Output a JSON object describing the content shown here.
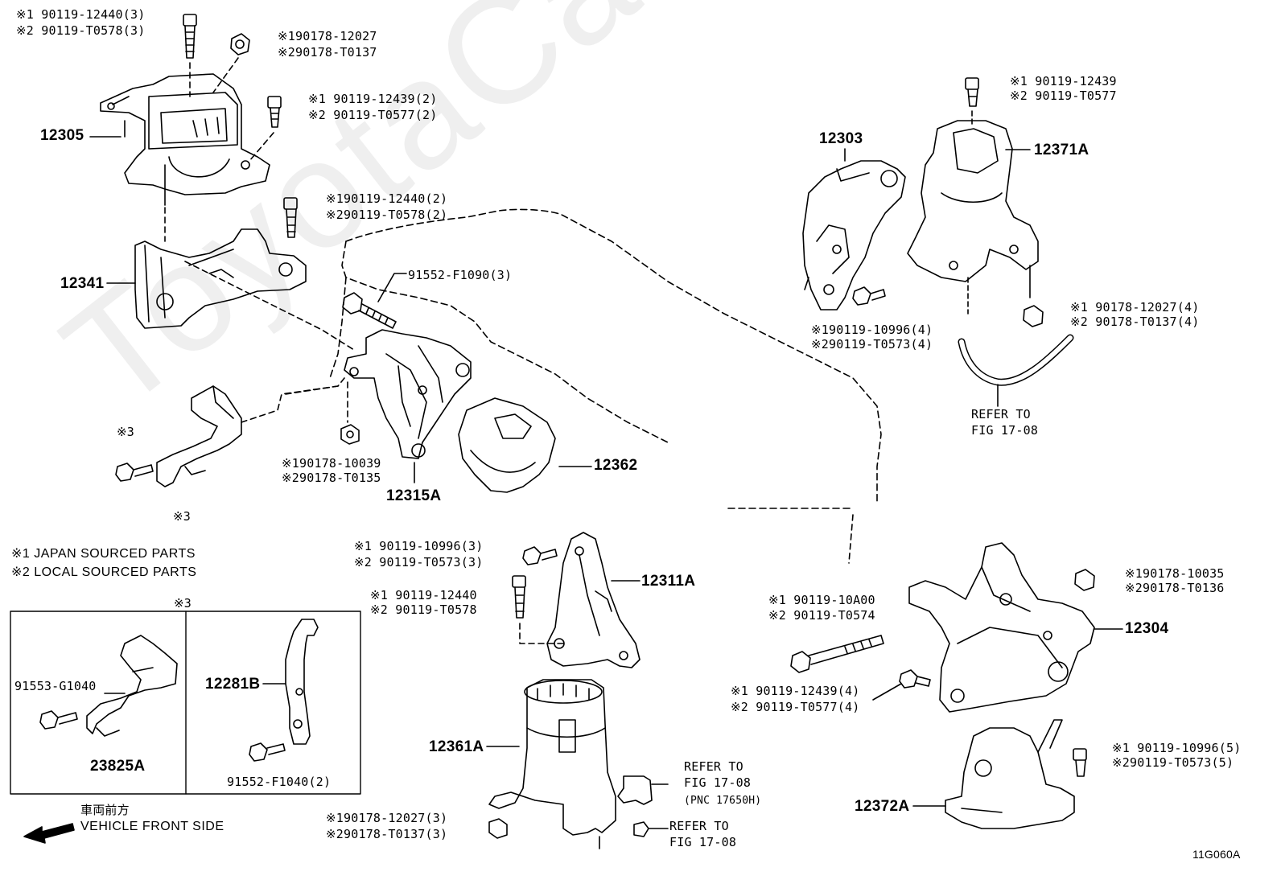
{
  "watermark": "ToyotaCarMini.ru",
  "labels": {
    "l01a": "※1 90119-12440(3)",
    "l01b": "※2 90119-T0578(3)",
    "l02a": "※190178-12027",
    "l02b": "※290178-T0137",
    "l03a": "※1 90119-12439(2)",
    "l03b": "※2 90119-T0577(2)",
    "p12305": "12305",
    "l04a": "※190119-12440(2)",
    "l04b": "※290119-T0578(2)",
    "p12341": "12341",
    "l05": "91552-F1090(3)",
    "mark3a": "※3",
    "mark3b": "※3",
    "l06a": "※190178-10039",
    "l06b": "※290178-T0135",
    "p12315A": "12315A",
    "p12362": "12362",
    "note1": "※1 JAPAN SOURCED PARTS",
    "note2": "※2 LOCAL SOURCED PARTS",
    "mark3c": "※3",
    "l07": "91553-G1040",
    "p23825A": "23825A",
    "p12281B": "12281B",
    "l08": "91552-F1040(2)",
    "front_jp": "車両前方",
    "front_en": "VEHICLE FRONT SIDE",
    "l09a": "※1 90119-10996(3)",
    "l09b": "※2 90119-T0573(3)",
    "l10a": "※1 90119-12440",
    "l10b": "※2 90119-T0578",
    "p12311A": "12311A",
    "p12361A": "12361A",
    "l11a": "※190178-12027(3)",
    "l11b": "※290178-T0137(3)",
    "ref1a": "REFER TO",
    "ref1b": "FIG 17-08",
    "ref1c": "(PNC 17650H)",
    "ref2a": "REFER TO",
    "ref2b": "FIG 17-08",
    "l12a": "※1 90119-12439",
    "l12b": "※2 90119-T0577",
    "p12303": "12303",
    "p12371A": "12371A",
    "l13a": "※190119-10996(4)",
    "l13b": "※290119-T0573(4)",
    "l14a": "※1 90178-12027(4)",
    "l14b": "※2 90178-T0137(4)",
    "ref3a": "REFER TO",
    "ref3b": "FIG 17-08",
    "l15a": "※1 90119-10A00",
    "l15b": "※2 90119-T0574",
    "l16a": "※190178-10035",
    "l16b": "※290178-T0136",
    "p12304": "12304",
    "l17a": "※1 90119-12439(4)",
    "l17b": "※2 90119-T0577(4)",
    "l18a": "※1 90119-10996(5)",
    "l18b": "※290119-T0573(5)",
    "p12372A": "12372A",
    "code": "11G060A"
  }
}
